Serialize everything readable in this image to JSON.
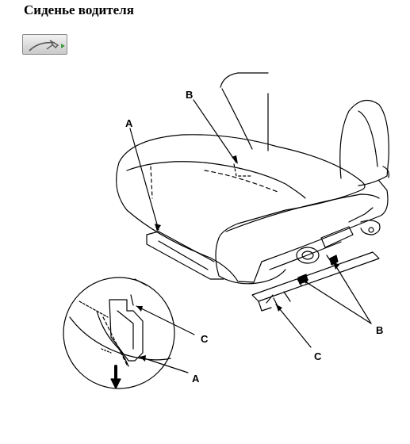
{
  "header": {
    "title": "Сиденье водителя"
  },
  "toolbar": {
    "tool_icon": "wrench-tool-icon"
  },
  "labels": {
    "a_top": "A",
    "b_top": "B",
    "c_inset": "C",
    "a_inset": "A",
    "c_rail": "C",
    "b_rail": "B"
  }
}
